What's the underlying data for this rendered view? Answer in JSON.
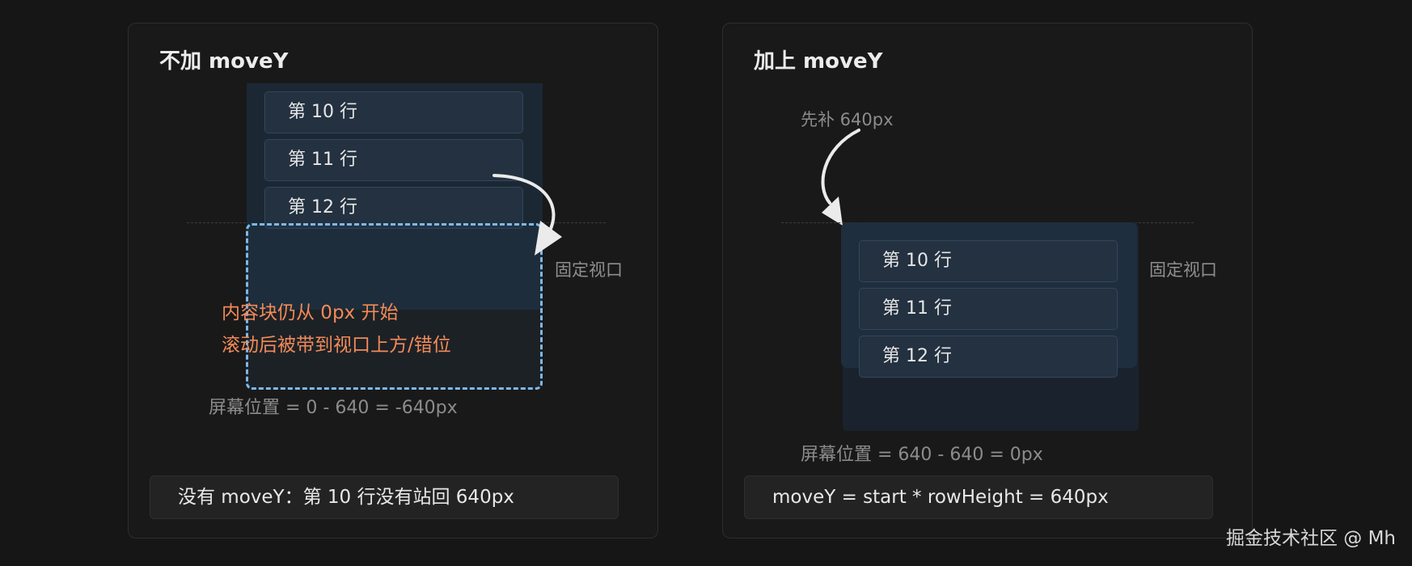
{
  "left_panel": {
    "title": "不加 moveY",
    "rows": [
      "第 10 行",
      "第 11 行",
      "第 12 行"
    ],
    "viewport_label": "固定视口",
    "annotation_line1": "内容块仍从 0px 开始",
    "annotation_line2": "滚动后被带到视口上方/错位",
    "screen_position": "屏幕位置 = 0 - 640 = -640px",
    "footer": "没有 moveY：第 10 行没有站回 640px"
  },
  "right_panel": {
    "title": "加上 moveY",
    "compensate_label": "先补 640px",
    "rows": [
      "第 10 行",
      "第 11 行",
      "第 12 行"
    ],
    "viewport_label": "固定视口",
    "screen_position": "屏幕位置 = 640 - 640 = 0px",
    "footer": "moveY = start * rowHeight = 640px"
  },
  "watermark": "掘金技术社区 @ Mh",
  "colors": {
    "background": "#161616",
    "panel": "#191919",
    "content_block": "#1b2936",
    "row": "#233140",
    "dashed_outline": "#7db8e8",
    "annotation": "#f28a58",
    "arrow": "#ebebeb"
  },
  "icons": {
    "left_arrow": "curved-arrow-icon",
    "right_arrow": "curved-arrow-icon"
  }
}
